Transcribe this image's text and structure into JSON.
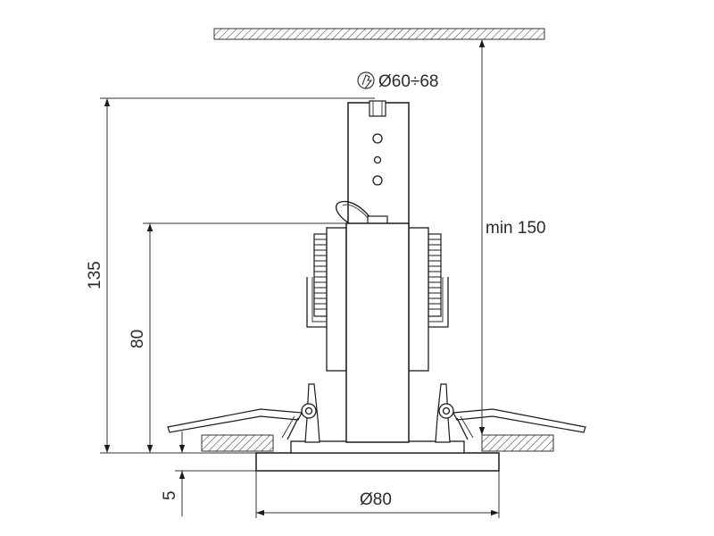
{
  "labels": {
    "cutout": "Ø60÷68",
    "min_ceiling": "min 150",
    "height_total": "135",
    "height_body": "80",
    "rim_thickness": "5",
    "outer_diameter": "Ø80"
  },
  "icons": {
    "cutout_icon": "hole-saw-icon"
  }
}
